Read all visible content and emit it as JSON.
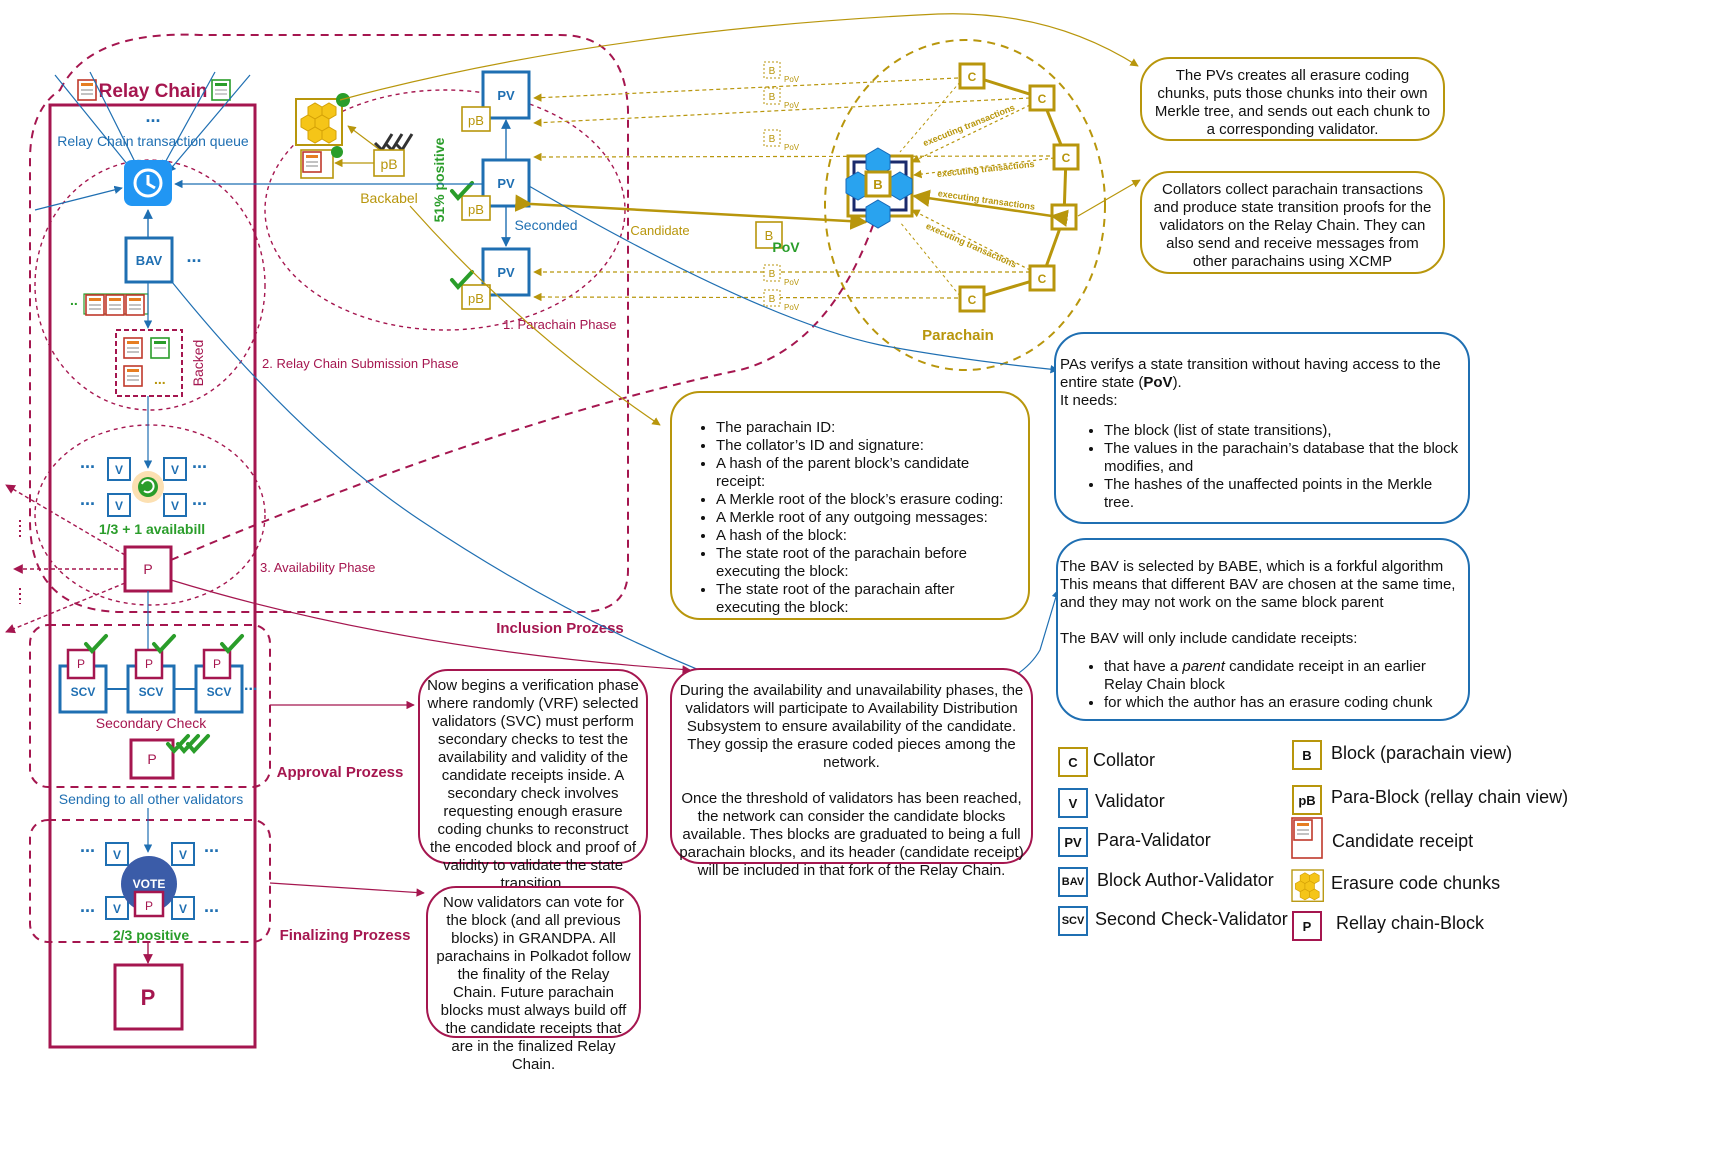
{
  "colors": {
    "relay": "#a5164f",
    "gold": "#b8960c",
    "blue": "#1f6fb2",
    "green": "#2a9d2a"
  },
  "relay_chain": {
    "title": "Relay Chain",
    "dots": "...",
    "queue_label": "Relay Chain transaction queue",
    "bav_label": "BAV",
    "backed_label": "Backed",
    "v_label": "V",
    "availability_label": "1/3 + 1 availabill",
    "p_label": "P",
    "scv_label": "SCV",
    "secondary_check_label": "Secondary Check",
    "sending_label": "Sending to all other validators",
    "vote_label": "VOTE",
    "positive_label": "2/3 positive"
  },
  "phases": {
    "parachain": "1. Parachain Phase",
    "submission": "2. Relay Chain Submission Phase",
    "availability": "3. Availability Phase",
    "inclusion": "Inclusion Prozess",
    "approval": "Approval Prozess",
    "finalizing": "Finalizing Prozess"
  },
  "parachain_phase": {
    "pv_label": "PV",
    "pb_label": "pB",
    "backabel_label": "Backabel",
    "seconded_label": "Seconded",
    "positive_label": "51% positive",
    "candidate_label": "Candidate"
  },
  "parachain": {
    "title": "Parachain",
    "collator_label": "C",
    "block_label": "B",
    "pov_label": "PoV",
    "executing_label": "executing transactions"
  },
  "texts": {
    "pvs_erasure": "The PVs creates all erasure coding chunks, puts those chunks into their own Merkle tree, and sends out each chunk to a corresponding validator.",
    "collators": "Collators collect parachain transactions and produce state transition proofs for the validators on the Relay Chain. They can also send and receive messages from other parachains using XCMP",
    "candidate_receipt_items": [
      "The parachain ID:",
      "The collator’s ID and signature:",
      "A hash of the parent block’s candidate receipt:",
      "A Merkle root of the block’s erasure coding:",
      "A Merkle root of any outgoing messages:",
      "A hash of the block:",
      "The state root of the parachain before executing the block:",
      "The state root of the parachain after executing the block:"
    ],
    "pas_intro_1": "PAs verifys a state transition without having access to the entire state (",
    "pas_intro_pov": "PoV",
    "pas_intro_2": ").",
    "pas_needs": "It needs:",
    "pas_items": [
      "The block (list of state transitions),",
      "The values in the parachain’s database that the block modifies, and",
      "The hashes of the unaffected points in the Merkle tree."
    ],
    "bav_selected": "The BAV is selected by BABE, which is a forkful algorithm",
    "bav_means": "This means that different BAV are chosen at the same time, and they may not work on the same block parent",
    "bav_include": "The BAV will only include candidate receipts:",
    "bav_item1_pre": "that have a ",
    "bav_item1_em": "parent",
    "bav_item1_post": " candidate receipt in an earlier Relay Chain block",
    "bav_item2": "for which the author has an erasure coding chunk",
    "availability_p1": "During the availability and unavailability phases, the validators will participate to Availability Distribution Subsystem to ensure availability of the candidate. They gossip the erasure coded pieces among the network.",
    "availability_p2": "Once the threshold of validators has been reached, the network can consider the candidate blocks available. Thes blocks are graduated to being a full parachain blocks, and its header (candidate receipt) will be included in that fork of the Relay Chain.",
    "verification": "Now begins a verification phase where randomly (VRF) selected validators (SVC) must perform secondary checks to test the availability and validity of the candidate receipts inside. A secondary check involves requesting enough erasure coding chunks to reconstruct the encoded block and proof of validity to validate the state transition.",
    "voting": "Now validators can vote for the block (and all previous blocks) in GRANDPA. All parachains in Polkadot follow the finality of the Relay Chain. Future parachain blocks must always build off the candidate receipts that are in the finalized Relay Chain."
  },
  "legend": {
    "items": [
      {
        "icon": "C",
        "label": "Collator",
        "color": "#b8960c"
      },
      {
        "icon": "V",
        "label": "Validator",
        "color": "#1f6fb2"
      },
      {
        "icon": "PV",
        "label": "Para-Validator",
        "color": "#1f6fb2"
      },
      {
        "icon": "BAV",
        "label": "Block Author-Validator",
        "color": "#1f6fb2"
      },
      {
        "icon": "SCV",
        "label": "Second Check-Validator",
        "color": "#1f6fb2"
      },
      {
        "icon": "B",
        "label": "Block (parachain view)",
        "color": "#b8960c"
      },
      {
        "icon": "pB",
        "label": "Para-Block (rellay chain view)",
        "color": "#b8960c"
      },
      {
        "icon": "",
        "label": "Candidate receipt",
        "color": "#c0392b"
      },
      {
        "icon": "",
        "label": "Erasure code chunks",
        "color": "#b8960c"
      },
      {
        "icon": "P",
        "label": "Rellay chain-Block",
        "color": "#a5164f"
      }
    ]
  }
}
